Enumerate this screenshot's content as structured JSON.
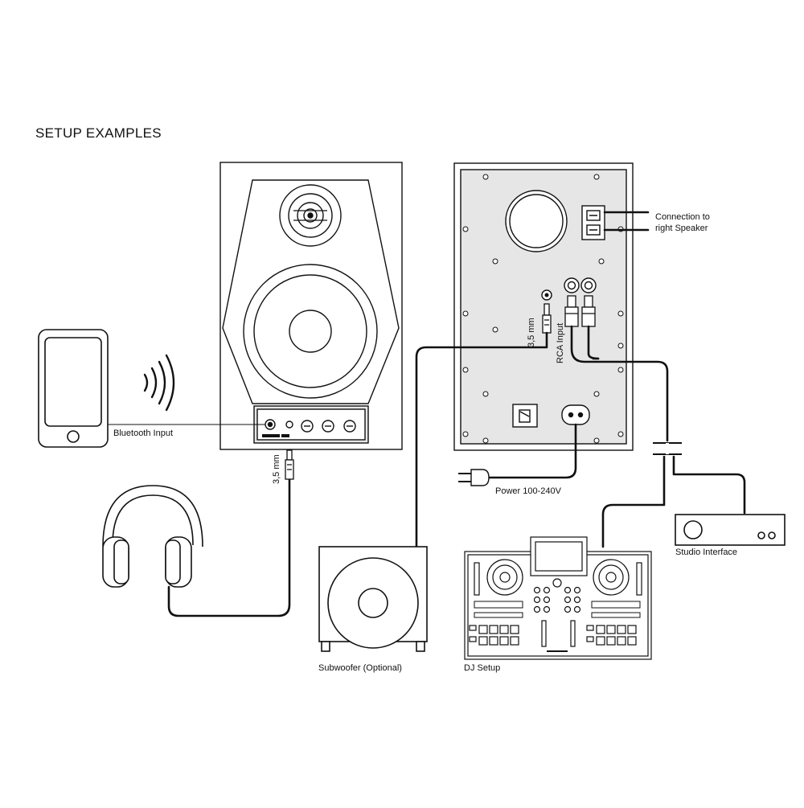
{
  "title": "SETUP EXAMPLES",
  "labels": {
    "bluetooth_input": "Bluetooth Input",
    "jack_headphones": "3,5 mm",
    "jack_input": "3,5 mm",
    "rca_input": "RCA Input",
    "connection_line1": "Connection to",
    "connection_line2": "right Speaker",
    "power": "Power 100-240V",
    "subwoofer": "Subwoofer (Optional)",
    "dj_setup": "DJ Setup",
    "studio_interface": "Studio Interface"
  },
  "colors": {
    "line": "#111111",
    "panel_gray": "#e6e6e6",
    "background": "#ffffff"
  }
}
